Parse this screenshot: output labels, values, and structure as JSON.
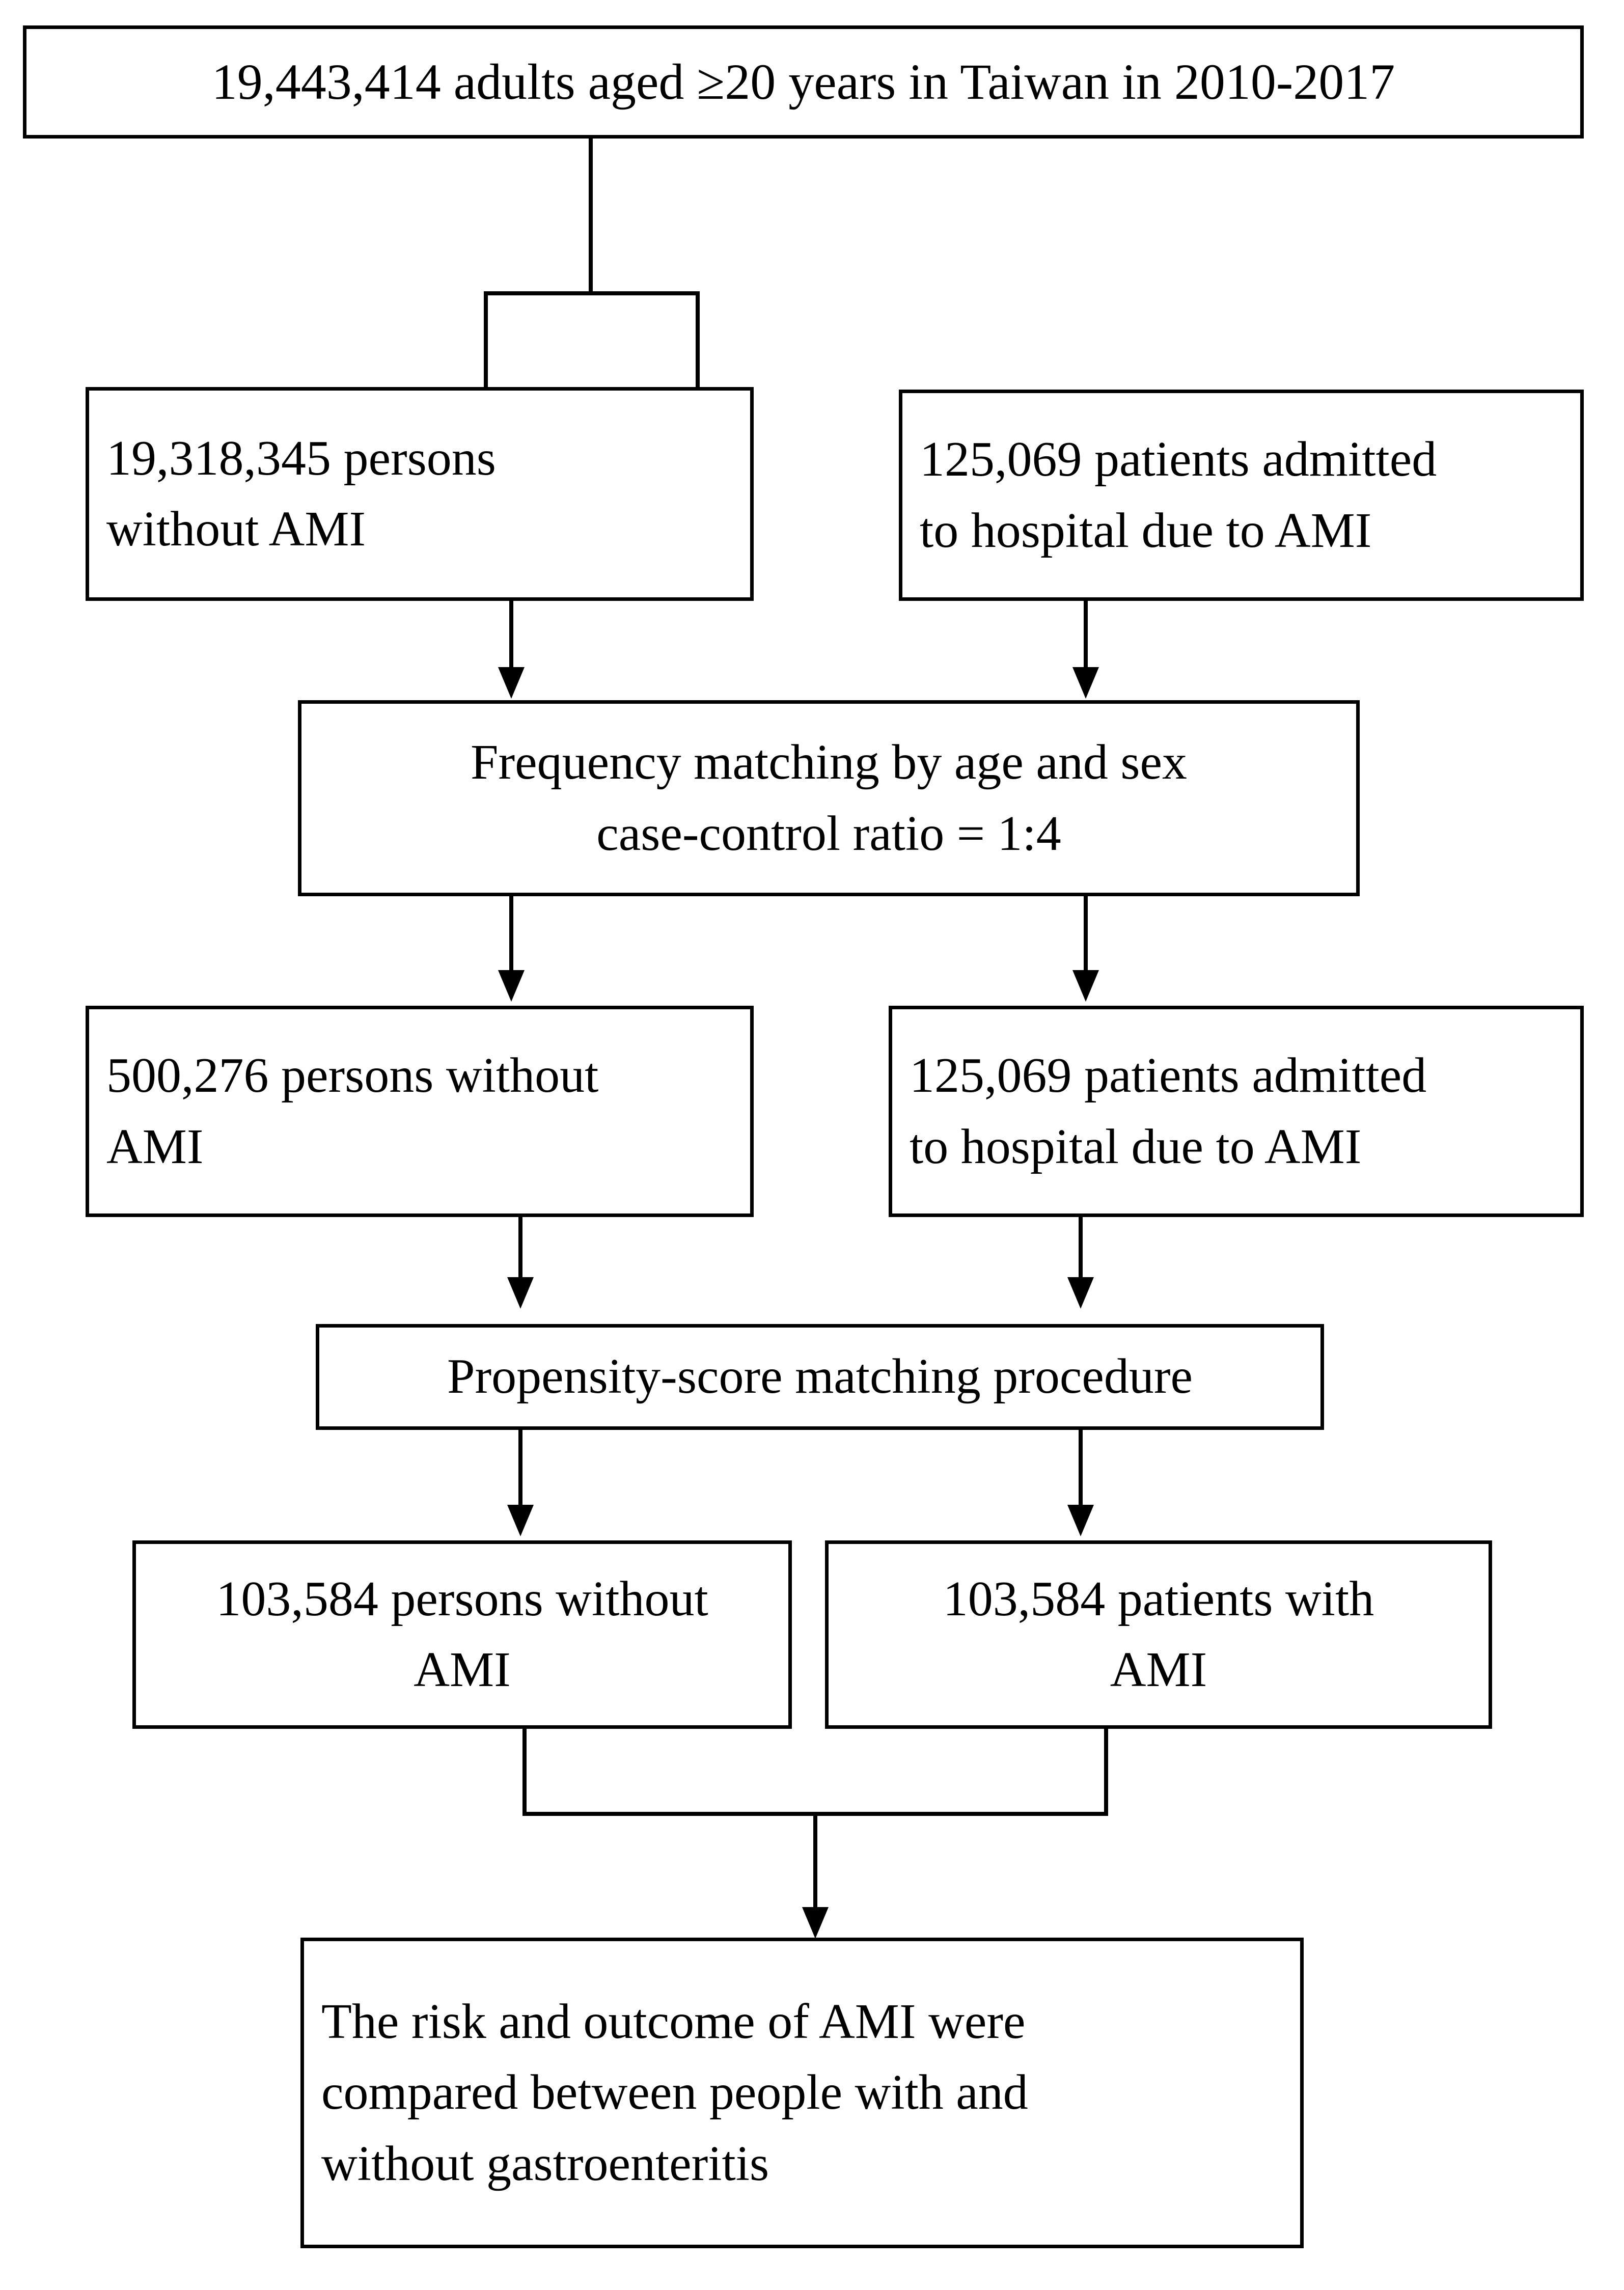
{
  "diagram": {
    "title": "Study population selection flowchart",
    "type": "flowchart",
    "stroke_color": "#000000",
    "background_color": "#ffffff",
    "nodes": {
      "source_population": {
        "id": "n1",
        "lines": [
          "19,443,414 adults aged ≥20 years in Taiwan in 2010-2017"
        ],
        "align": "center"
      },
      "without_ami_initial": {
        "id": "n2",
        "lines": [
          "19,318,345 persons",
          "without AMI"
        ],
        "align": "left"
      },
      "with_ami_initial": {
        "id": "n3",
        "lines": [
          "125,069 patients admitted",
          "to hospital due to AMI"
        ],
        "align": "left"
      },
      "frequency_matching": {
        "id": "n4",
        "lines": [
          "Frequency matching by age and sex",
          "case-control ratio = 1:4"
        ],
        "align": "center"
      },
      "without_ami_matched": {
        "id": "n5",
        "lines": [
          "500,276 persons without",
          "AMI"
        ],
        "align": "left"
      },
      "with_ami_matched": {
        "id": "n6",
        "lines": [
          "125,069 patients admitted",
          "to hospital due to AMI"
        ],
        "align": "left"
      },
      "propensity_matching": {
        "id": "n7",
        "lines": [
          "Propensity-score matching procedure"
        ],
        "align": "center"
      },
      "without_ami_final": {
        "id": "n8",
        "lines": [
          "103,584 persons without",
          "AMI"
        ],
        "align": "center"
      },
      "with_ami_final": {
        "id": "n9",
        "lines": [
          "103,584 patients with",
          "AMI"
        ],
        "align": "center"
      },
      "study_outcome": {
        "id": "n10",
        "lines": [
          "The risk and outcome of AMI were",
          "compared between people with and",
          "without gastroenteritis"
        ],
        "align": "left"
      }
    },
    "edges": [
      {
        "from": "source_population",
        "to": "without_ami_initial",
        "style": "elbow-split",
        "arrow": false
      },
      {
        "from": "source_population",
        "to": "with_ami_initial",
        "style": "elbow-split",
        "arrow": false
      },
      {
        "from": "without_ami_initial",
        "to": "frequency_matching",
        "style": "straight",
        "arrow": true
      },
      {
        "from": "with_ami_initial",
        "to": "frequency_matching",
        "style": "straight",
        "arrow": true
      },
      {
        "from": "frequency_matching",
        "to": "without_ami_matched",
        "style": "straight",
        "arrow": true
      },
      {
        "from": "frequency_matching",
        "to": "with_ami_matched",
        "style": "straight",
        "arrow": true
      },
      {
        "from": "without_ami_matched",
        "to": "propensity_matching",
        "style": "straight",
        "arrow": true
      },
      {
        "from": "with_ami_matched",
        "to": "propensity_matching",
        "style": "straight",
        "arrow": true
      },
      {
        "from": "propensity_matching",
        "to": "without_ami_final",
        "style": "straight",
        "arrow": true
      },
      {
        "from": "propensity_matching",
        "to": "with_ami_final",
        "style": "straight",
        "arrow": true
      },
      {
        "from": "without_ami_final",
        "to": "study_outcome",
        "style": "elbow-merge",
        "arrow": true
      },
      {
        "from": "with_ami_final",
        "to": "study_outcome",
        "style": "elbow-merge",
        "arrow": true
      }
    ]
  }
}
